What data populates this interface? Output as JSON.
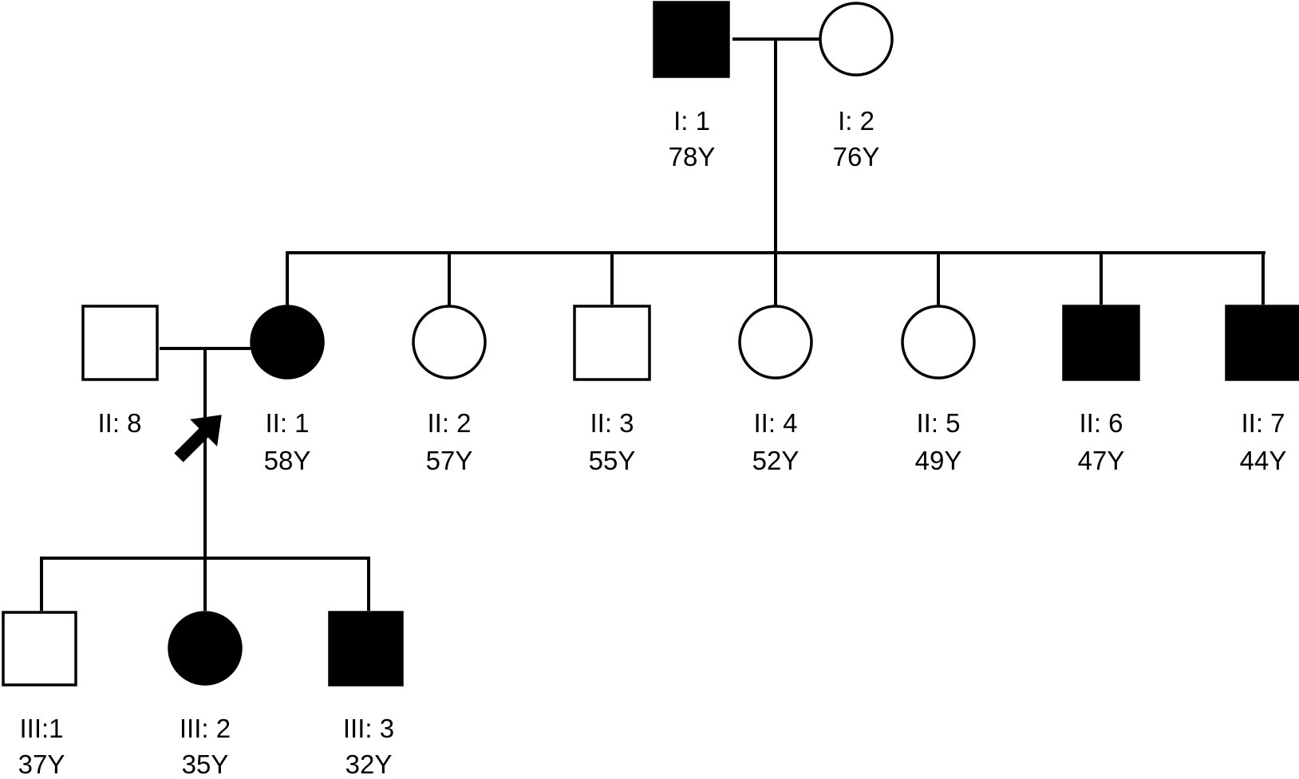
{
  "diagram": {
    "colors": {
      "affected": "#000000",
      "unaffected": "#ffffff",
      "line": "#000000"
    },
    "individuals": [
      {
        "id": "I:1",
        "label": "I: 1",
        "age": "78Y",
        "sex": "male",
        "affected": true
      },
      {
        "id": "I:2",
        "label": "I: 2",
        "age": "76Y",
        "sex": "female",
        "affected": false
      },
      {
        "id": "II:8",
        "label": "II: 8",
        "age": "",
        "sex": "male",
        "affected": false
      },
      {
        "id": "II:1",
        "label": "II: 1",
        "age": "58Y",
        "sex": "female",
        "affected": true,
        "proband": true
      },
      {
        "id": "II:2",
        "label": "II: 2",
        "age": "57Y",
        "sex": "female",
        "affected": false
      },
      {
        "id": "II:3",
        "label": "II: 3",
        "age": "55Y",
        "sex": "male",
        "affected": false
      },
      {
        "id": "II:4",
        "label": "II: 4",
        "age": "52Y",
        "sex": "female",
        "affected": false
      },
      {
        "id": "II:5",
        "label": "II: 5",
        "age": "49Y",
        "sex": "female",
        "affected": false
      },
      {
        "id": "II:6",
        "label": "II: 6",
        "age": "47Y",
        "sex": "male",
        "affected": true
      },
      {
        "id": "II:7",
        "label": "II: 7",
        "age": "44Y",
        "sex": "male",
        "affected": true
      },
      {
        "id": "III:1",
        "label": "III:1",
        "age": "37Y",
        "sex": "male",
        "affected": false
      },
      {
        "id": "III:2",
        "label": "III: 2",
        "age": "35Y",
        "sex": "female",
        "affected": true
      },
      {
        "id": "III:3",
        "label": "III: 3",
        "age": "32Y",
        "sex": "male",
        "affected": true
      }
    ]
  }
}
